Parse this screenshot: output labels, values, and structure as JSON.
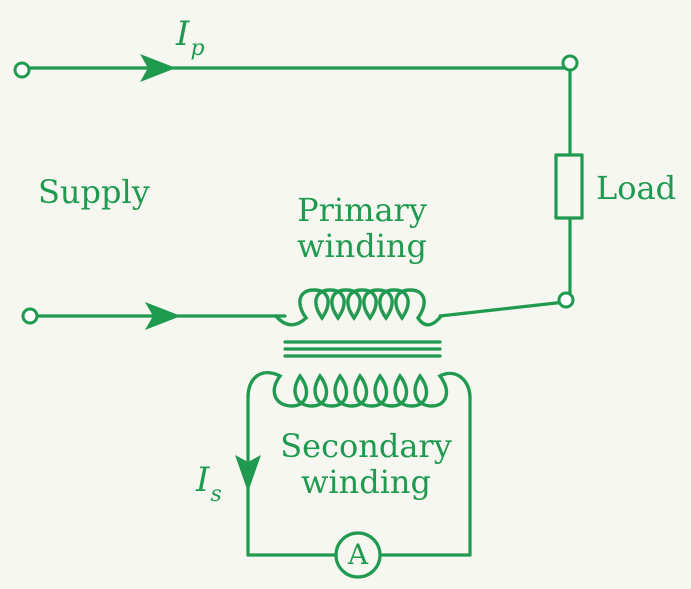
{
  "colors": {
    "ink": "#1f9a4f",
    "background": "#f7f7f2"
  },
  "labels": {
    "primary_current": {
      "symbol": "I",
      "subscript": "p"
    },
    "secondary_current": {
      "symbol": "I",
      "subscript": "s"
    },
    "supply": "Supply",
    "load": "Load",
    "primary_winding": [
      "Primary",
      "winding"
    ],
    "secondary_winding": [
      "Secondary",
      "winding"
    ],
    "ammeter": "A"
  }
}
